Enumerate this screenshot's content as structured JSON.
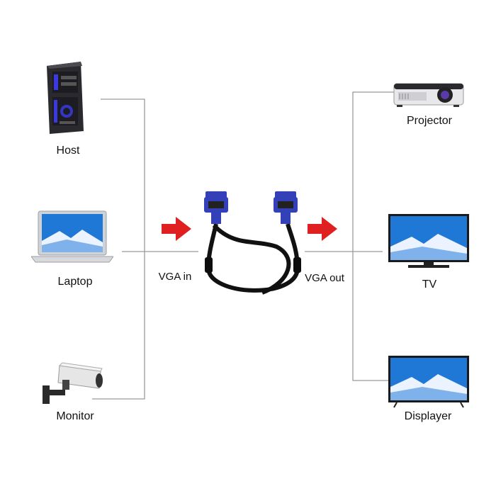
{
  "sources": [
    {
      "label": "Host",
      "icon": "desktop-tower-icon"
    },
    {
      "label": "Laptop",
      "icon": "laptop-icon"
    },
    {
      "label": "Monitor",
      "icon": "cctv-camera-icon"
    }
  ],
  "outputs": [
    {
      "label": "Projector",
      "icon": "projector-icon"
    },
    {
      "label": "TV",
      "icon": "tv-icon"
    },
    {
      "label": "Displayer",
      "icon": "display-icon"
    }
  ],
  "cable": {
    "in_label": "VGA in",
    "out_label": "VGA out",
    "connector_color": "#3440b8",
    "cable_color": "#111111"
  },
  "colors": {
    "wire": "#9a9a9a",
    "arrow": "#e02020",
    "screen_blue": "#1f77d6"
  }
}
